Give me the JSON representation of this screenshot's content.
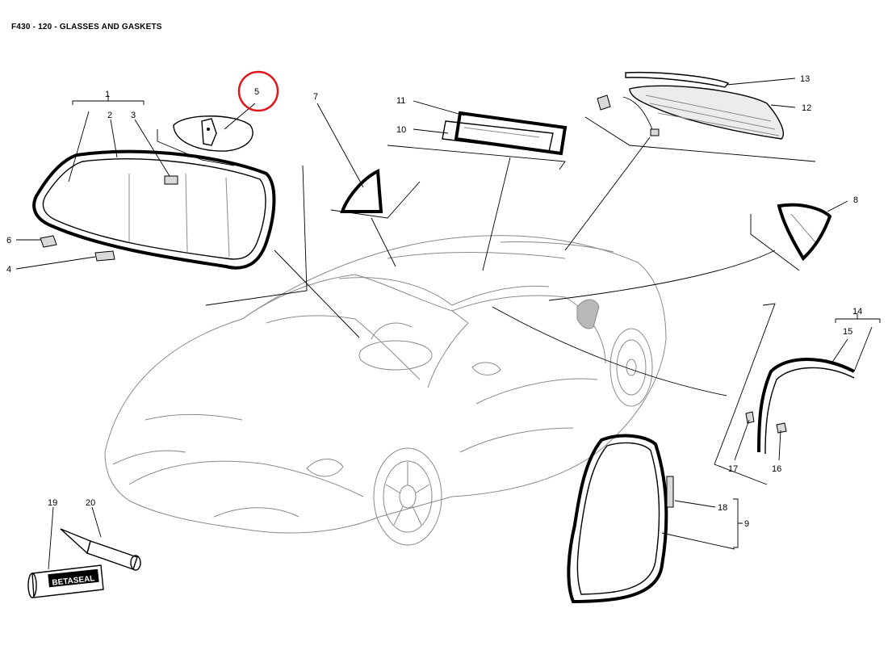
{
  "header": {
    "title": "F430 - 120 - GLASSES AND GASKETS"
  },
  "highlight": {
    "label": "5",
    "color": "#e0161b"
  },
  "labels": {
    "p1": "1",
    "p2": "2",
    "p3": "3",
    "p4": "4",
    "p5": "5",
    "p6": "6",
    "p7": "7",
    "p8": "8",
    "p9": "9",
    "p10": "10",
    "p11": "11",
    "p12": "12",
    "p13": "13",
    "p14": "14",
    "p15": "15",
    "p16": "16",
    "p17": "17",
    "p18": "18",
    "p19": "19",
    "p20": "20"
  },
  "tube_text": "BETASEAL"
}
